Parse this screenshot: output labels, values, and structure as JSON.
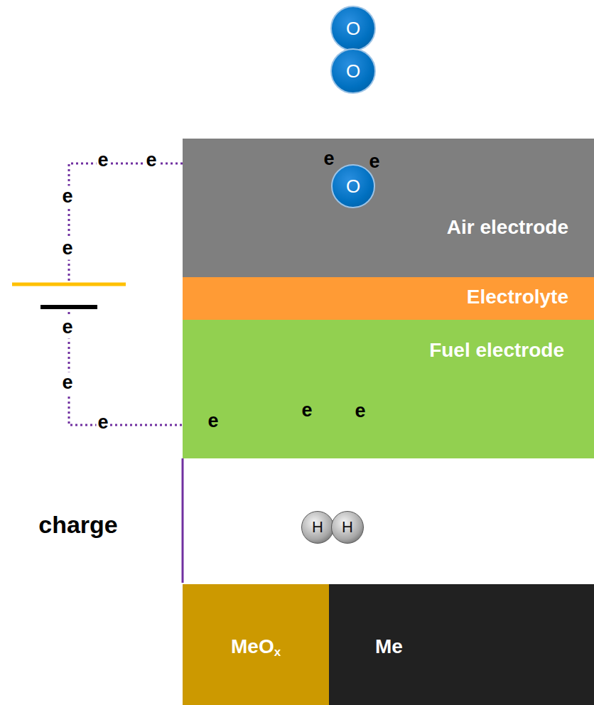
{
  "diagram": {
    "nodes": [
      {
        "text": [
          "O"
        ]
      },
      {
        "text": [
          "O"
        ]
      },
      {
        "text": [
          "Air electrode"
        ]
      },
      {
        "text": [
          "O"
        ],
        "in": 2
      },
      {
        "text": [
          "Electrolyte"
        ]
      },
      {
        "text": [
          "Fuel electrode"
        ]
      },
      {
        "text": [
          "H"
        ]
      },
      {
        "text": [
          "H"
        ]
      },
      {
        "text": [
          "MeO",
          "x"
        ]
      },
      {
        "text": [
          "Me"
        ]
      }
    ],
    "labels": [
      "e",
      "e",
      "e",
      "e",
      "e",
      "e",
      "e",
      "e",
      "e",
      "e",
      "e",
      "e",
      "charge"
    ]
  }
}
